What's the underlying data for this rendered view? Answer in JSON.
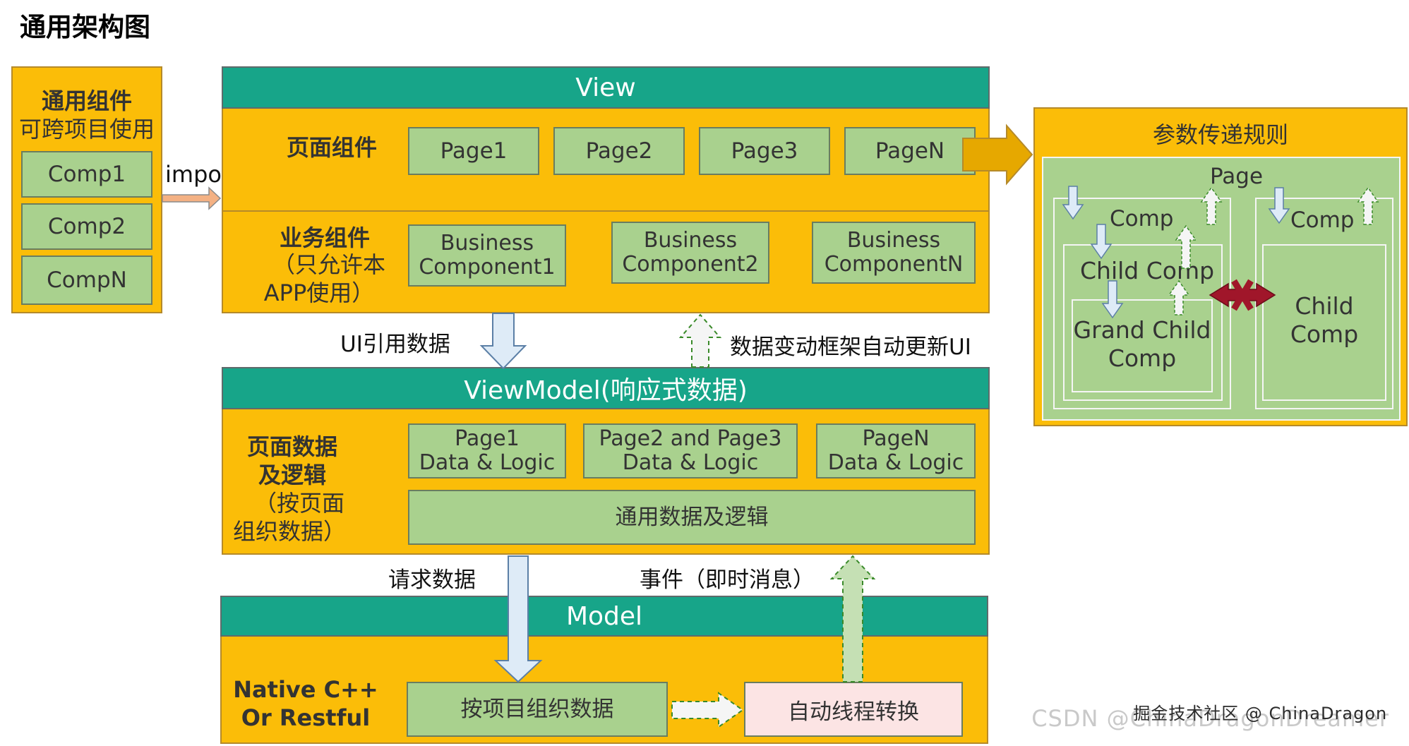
{
  "title": "通用架构图",
  "common": {
    "title_line1": "通用组件",
    "title_line2": "可跨项目使用",
    "comps": [
      "Comp1",
      "Comp2",
      "CompN"
    ]
  },
  "import_label": "import",
  "view": {
    "header": "View",
    "page_section": "页面组件",
    "pages": [
      "Page1",
      "Page2",
      "Page3",
      "PageN"
    ],
    "business_title": "业务组件",
    "business_sub1": "（只允许本",
    "business_sub2": "APP使用）",
    "business": [
      {
        "l1": "Business",
        "l2": "Component1"
      },
      {
        "l1": "Business",
        "l2": "Component2"
      },
      {
        "l1": "Business",
        "l2": "ComponentN"
      }
    ]
  },
  "ui_ref_label": "UI引用数据",
  "auto_update_label": "数据变动框架自动更新UI",
  "viewmodel": {
    "header": "ViewModel(响应式数据)",
    "left_title1": "页面数据",
    "left_title2": "及逻辑",
    "left_sub1": "（按页面",
    "left_sub2": "组织数据）",
    "items": [
      {
        "l1": "Page1",
        "l2": "Data & Logic"
      },
      {
        "l1": "Page2 and Page3",
        "l2": "Data & Logic"
      },
      {
        "l1": "PageN",
        "l2": "Data & Logic"
      }
    ],
    "common_logic": "通用数据及逻辑"
  },
  "request_label": "请求数据",
  "event_label": "事件（即时消息）",
  "model": {
    "header": "Model",
    "left_line1": "Native C++",
    "left_line2": "Or Restful",
    "organize": "按项目组织数据",
    "thread": "自动线程转换"
  },
  "params": {
    "title": "参数传递规则",
    "page": "Page",
    "comp_left": "Comp",
    "comp_right": "Comp",
    "child_comp": "Child Comp",
    "grand_child_l1": "Grand Child",
    "grand_child_l2": "Comp",
    "child_comp_r1": "Child",
    "child_comp_r2": "Comp"
  },
  "watermark": "CSDN @ChinaDragonDreamer",
  "watermark_overlay": "掘金技术社区 @ ChinaDragon",
  "colors": {
    "orange": "#fbbd08",
    "teal": "#17a589",
    "green": "#a9d18e",
    "light_blue_arrow": "#deebf7",
    "dark_red_cross": "#a0162a",
    "pink": "#fce4e4"
  }
}
